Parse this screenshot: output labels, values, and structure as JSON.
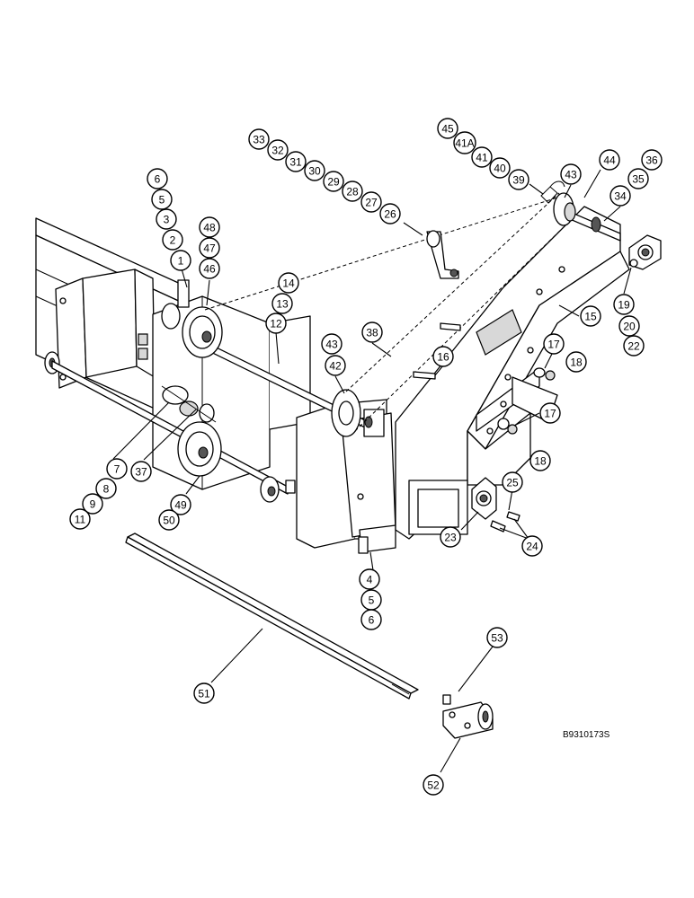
{
  "figure_code": "B9310173S",
  "callouts": [
    {
      "id": "c6a",
      "label": "6"
    },
    {
      "id": "c5a",
      "label": "5"
    },
    {
      "id": "c3",
      "label": "3"
    },
    {
      "id": "c2",
      "label": "2"
    },
    {
      "id": "c1",
      "label": "1"
    },
    {
      "id": "c48",
      "label": "48"
    },
    {
      "id": "c47",
      "label": "47"
    },
    {
      "id": "c46",
      "label": "46"
    },
    {
      "id": "c33",
      "label": "33"
    },
    {
      "id": "c32",
      "label": "32"
    },
    {
      "id": "c31",
      "label": "31"
    },
    {
      "id": "c30",
      "label": "30"
    },
    {
      "id": "c29",
      "label": "29"
    },
    {
      "id": "c28",
      "label": "28"
    },
    {
      "id": "c27",
      "label": "27"
    },
    {
      "id": "c26",
      "label": "26"
    },
    {
      "id": "c45",
      "label": "45"
    },
    {
      "id": "c41A",
      "label": "41A"
    },
    {
      "id": "c41",
      "label": "41"
    },
    {
      "id": "c40",
      "label": "40"
    },
    {
      "id": "c39",
      "label": "39"
    },
    {
      "id": "c43a",
      "label": "43"
    },
    {
      "id": "c44",
      "label": "44"
    },
    {
      "id": "c36",
      "label": "36"
    },
    {
      "id": "c35",
      "label": "35"
    },
    {
      "id": "c34",
      "label": "34"
    },
    {
      "id": "c14",
      "label": "14"
    },
    {
      "id": "c13",
      "label": "13"
    },
    {
      "id": "c12",
      "label": "12"
    },
    {
      "id": "c19",
      "label": "19"
    },
    {
      "id": "c20",
      "label": "20"
    },
    {
      "id": "c22",
      "label": "22"
    },
    {
      "id": "c15",
      "label": "15"
    },
    {
      "id": "c38",
      "label": "38"
    },
    {
      "id": "c43b",
      "label": "43"
    },
    {
      "id": "c42",
      "label": "42"
    },
    {
      "id": "c16",
      "label": "16"
    },
    {
      "id": "c17a",
      "label": "17"
    },
    {
      "id": "c18a",
      "label": "18"
    },
    {
      "id": "c17b",
      "label": "17"
    },
    {
      "id": "c18b",
      "label": "18"
    },
    {
      "id": "c7",
      "label": "7"
    },
    {
      "id": "c37",
      "label": "37"
    },
    {
      "id": "c8",
      "label": "8"
    },
    {
      "id": "c9",
      "label": "9"
    },
    {
      "id": "c11",
      "label": "11"
    },
    {
      "id": "c49",
      "label": "49"
    },
    {
      "id": "c50",
      "label": "50"
    },
    {
      "id": "c25",
      "label": "25"
    },
    {
      "id": "c23",
      "label": "23"
    },
    {
      "id": "c24",
      "label": "24"
    },
    {
      "id": "c4",
      "label": "4"
    },
    {
      "id": "c5b",
      "label": "5"
    },
    {
      "id": "c6b",
      "label": "6"
    },
    {
      "id": "c53",
      "label": "53"
    },
    {
      "id": "c51",
      "label": "51"
    },
    {
      "id": "c52",
      "label": "52"
    }
  ]
}
